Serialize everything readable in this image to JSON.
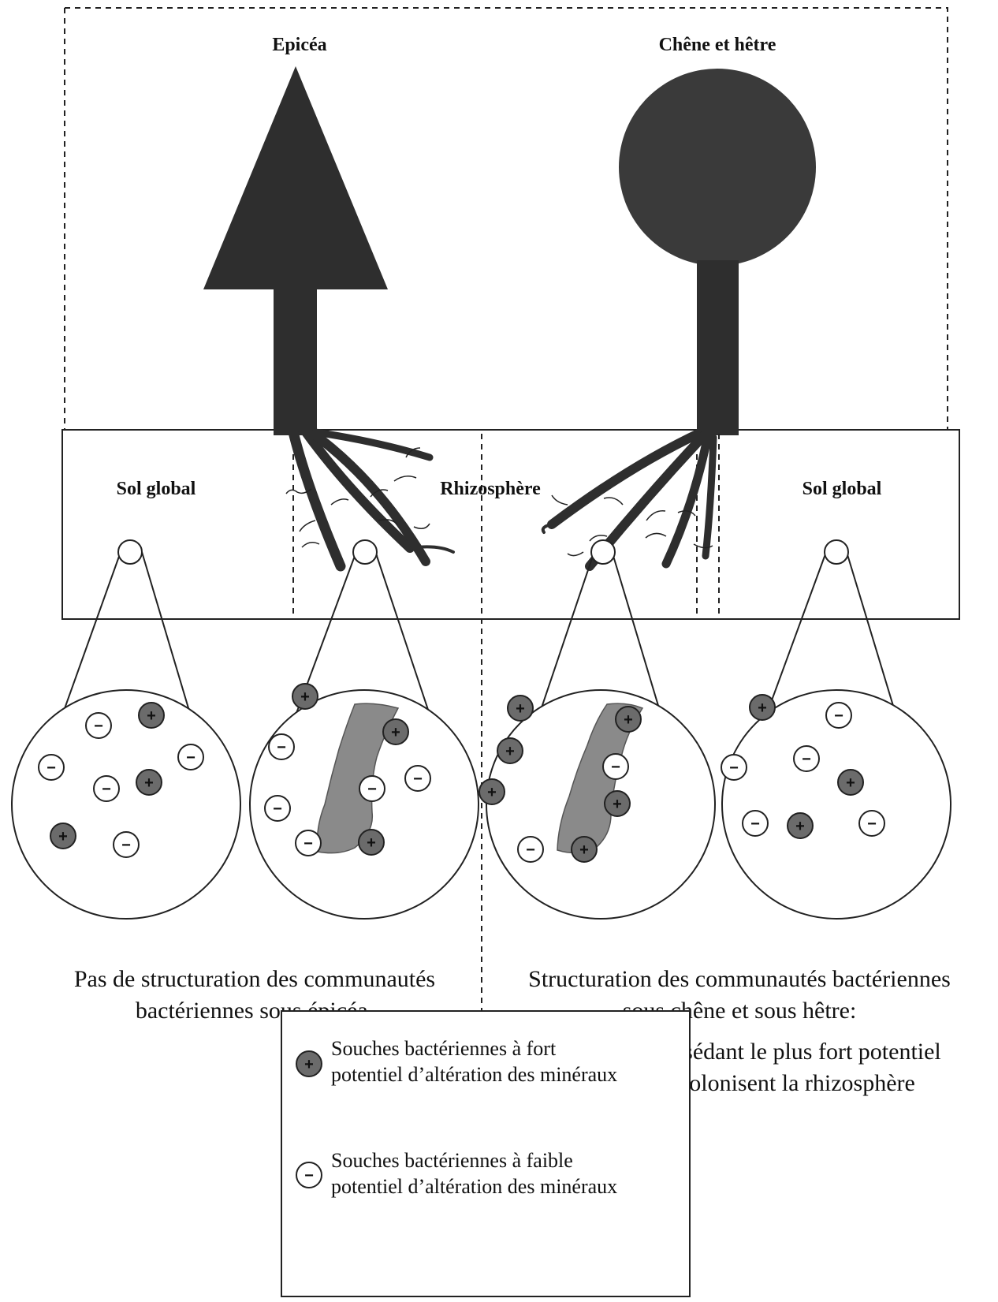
{
  "trees": {
    "spruce_label": "Epicéa",
    "oak_beech_label": "Chêne et hêtre"
  },
  "soil": {
    "bulk_left": "Sol global",
    "rhizosphere": "Rhizosphère",
    "bulk_right": "Sol global"
  },
  "captions": {
    "left": [
      "Pas de structuration des communautés",
      "bactériennes sous épicéa."
    ],
    "right_line1": [
      "Structuration des communautés bactériennes",
      "sous chêne et sous hêtre:"
    ],
    "right_line2": [
      "les souches possédant le plus fort potentiel",
      "d’altération colonisent la rhizosphère"
    ]
  },
  "legend": {
    "plus": [
      "Souches bactériennes à fort",
      "potentiel d’altération des minéraux"
    ],
    "minus": [
      "Souches bactériennes à faible",
      "potentiel d’altération des minéraux"
    ]
  },
  "symbols": {
    "plus": "+",
    "minus": "−"
  },
  "colors": {
    "dark_fill": "#2e2e2e",
    "high_potential": "#6b6b6b",
    "root_zone": "#8a8a8a",
    "low_potential": "#ffffff"
  }
}
